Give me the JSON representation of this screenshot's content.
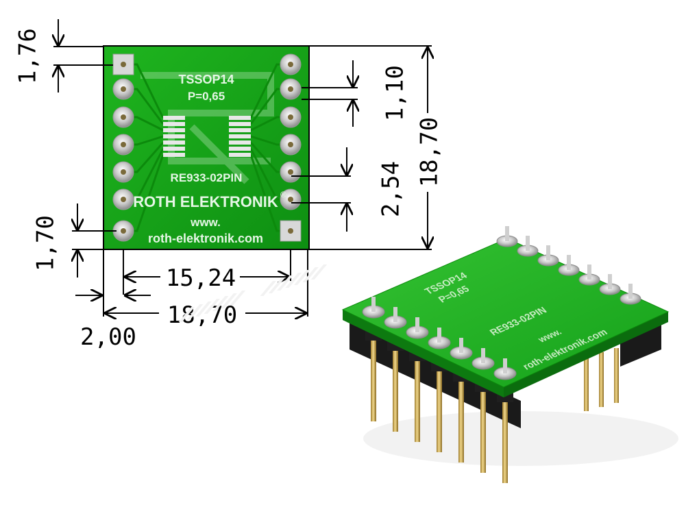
{
  "board": {
    "part_label": "TSSOP14",
    "pitch_label": "P=0,65",
    "model_label": "RE933-02PIN",
    "brand_label": "ROTH ELEKTRONIK",
    "reg_mark": "®",
    "web_label_1": "www.",
    "web_label_2": "roth-elektronik.com"
  },
  "dimensions": {
    "top_margin": "1,76",
    "bottom_margin": "1,70",
    "side_margin": "2,00",
    "pin_span": "15,24",
    "board_width": "18,70",
    "board_height": "18,70",
    "pad_gap": "1,10",
    "pin_pitch": "2,54"
  },
  "colors": {
    "pcb_green": "#16a316",
    "pad_silver": "#d6d6d6",
    "header_black": "#1a1a1a",
    "pin_gold": "#d8b25a"
  },
  "photo": {
    "part_label": "TSSOP14",
    "pitch_label": "P=0,65",
    "model_label": "RE933-02PIN",
    "web_label": "www.",
    "url_label": "roth-elektronik.com"
  }
}
